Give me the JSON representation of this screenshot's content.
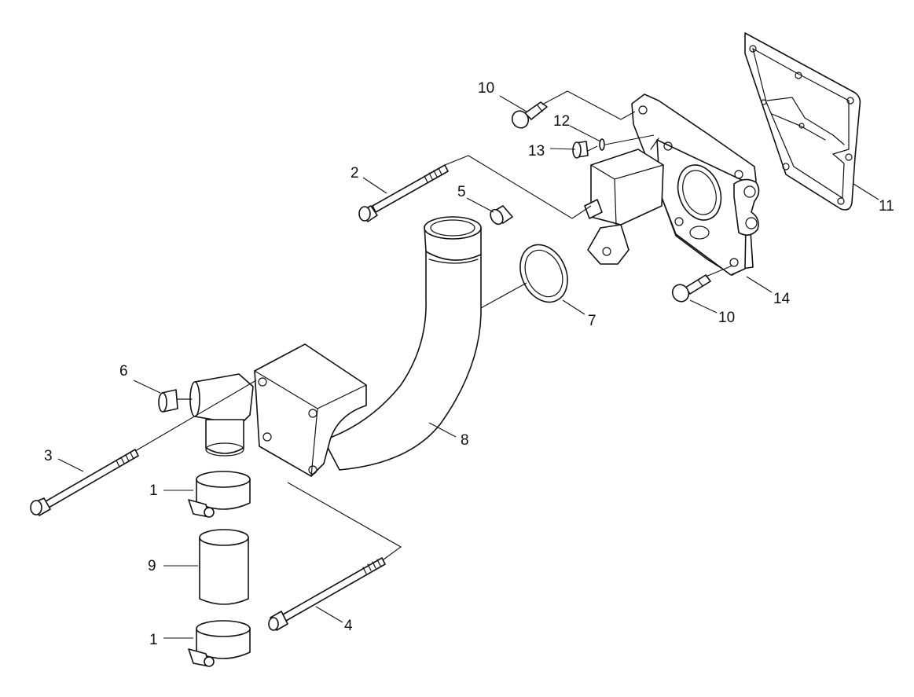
{
  "callouts": {
    "c1a": "1",
    "c1b": "1",
    "c2": "2",
    "c3": "3",
    "c4": "4",
    "c5": "5",
    "c6": "6",
    "c7": "7",
    "c8": "8",
    "c9": "9",
    "c10a": "10",
    "c10b": "10",
    "c11": "11",
    "c12": "12",
    "c13": "13",
    "c14": "14"
  },
  "colors": {
    "line": "#111111",
    "background": "#ffffff"
  }
}
